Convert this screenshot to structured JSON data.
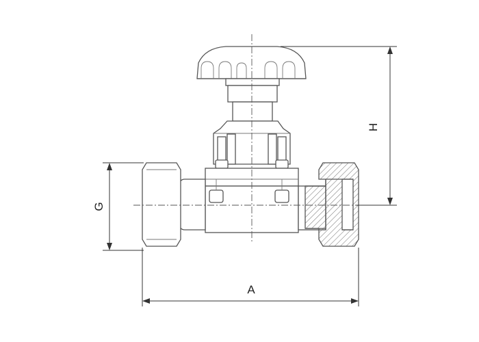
{
  "dimensions": {
    "length_label": "A",
    "height_label": "H",
    "thread_label": "G"
  },
  "colors": {
    "line": "#555555",
    "dimension": "#333333",
    "hatch": "#777777"
  }
}
